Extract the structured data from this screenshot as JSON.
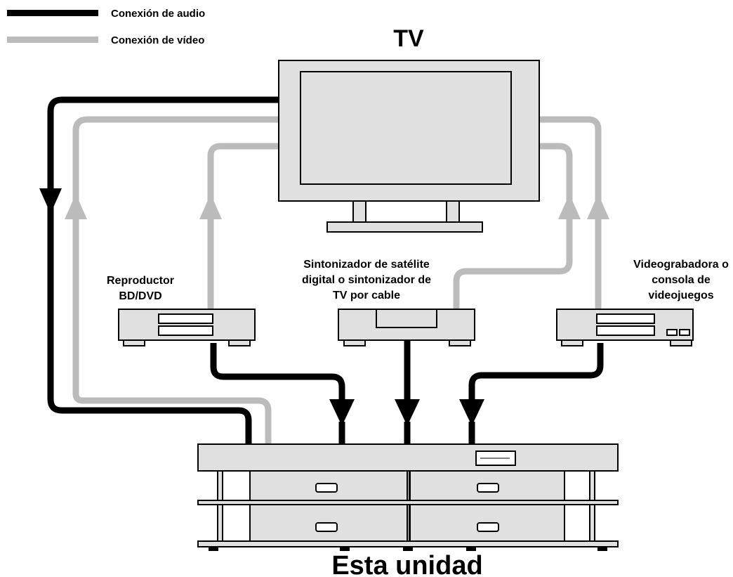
{
  "legend": {
    "audio": {
      "label": "Conexión de audio",
      "color": "#000000"
    },
    "video": {
      "label": "Conexión de vídeo",
      "color": "#bbbbbb"
    }
  },
  "tv": {
    "label": "TV"
  },
  "devices": {
    "bd_dvd": {
      "lines": [
        "Reproductor",
        "BD/DVD"
      ]
    },
    "tuner": {
      "lines": [
        "Sintonizador de satélite",
        "digital o sintonizador de",
        "TV por cable"
      ]
    },
    "vcr": {
      "lines": [
        "Videograbadora o",
        "consola de",
        "videojuegos"
      ]
    }
  },
  "unit": {
    "label": "Esta unidad"
  },
  "colors": {
    "device_fill": "#e0e0e0",
    "outline": "#000000",
    "audio": "#000000",
    "video": "#bbbbbb"
  }
}
